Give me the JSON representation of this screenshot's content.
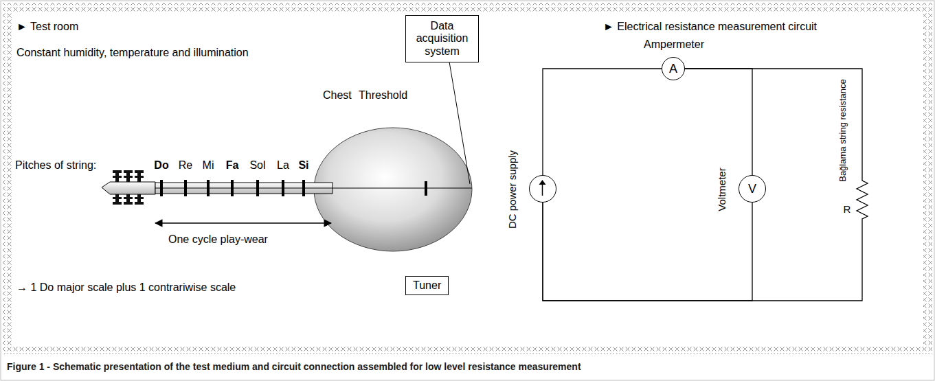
{
  "diagram": {
    "caption": "Figure 1 - Schematic presentation of the test medium and circuit connection assembled for low level resistance measurement",
    "nodes": [
      {
        "text": [
          "Data acquisition system"
        ]
      },
      {
        "text": [
          "Tuner"
        ]
      },
      {
        "text": [
          "Ampermeter",
          "A"
        ]
      },
      {
        "text": [
          "DC power supply"
        ]
      },
      {
        "text": [
          "Voltmeter",
          "V"
        ]
      },
      {
        "text": [
          "Bağlama string resistance",
          "R"
        ]
      }
    ],
    "edges": [
      {
        "from": 3,
        "to": 2,
        "arrow": "none"
      },
      {
        "from": 2,
        "to": 4,
        "arrow": "none"
      },
      {
        "from": 2,
        "to": 5,
        "arrow": "none"
      },
      {
        "from": 3,
        "to": 4,
        "arrow": "none"
      },
      {
        "from": 3,
        "to": 5,
        "arrow": "none"
      }
    ],
    "labels": [
      "► Test room",
      "Constant humidity, temperature and illumination",
      "Chest",
      "Threshold",
      "Pitches of string:",
      "Do",
      "Re",
      "Mi",
      "Fa",
      "Sol",
      "La",
      "Si",
      "One cycle play-wear",
      "→ 1 Do major scale plus 1 contrariwise scale",
      "► Electrical resistance measurement circuit"
    ]
  }
}
